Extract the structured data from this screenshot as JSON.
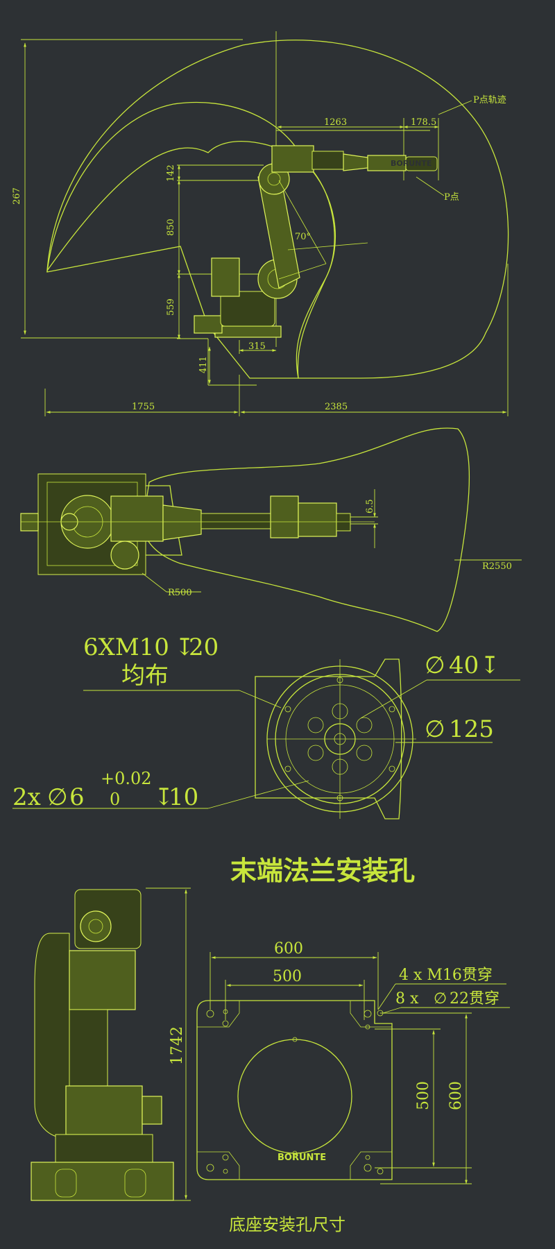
{
  "side_view": {
    "label_p_trajectory": "P点轨迹",
    "label_p_point": "P点",
    "dim_1263": "1263",
    "dim_178_5": "178.5",
    "dim_142": "142",
    "dim_850": "850",
    "dim_559": "559",
    "dim_411": "411",
    "dim_315": "315",
    "dim_267": "267",
    "angle_70": "70°",
    "dim_1755": "1755",
    "dim_2385": "2385"
  },
  "top_view": {
    "dim_6_5": "6.5",
    "radius_r2550": "R2550",
    "radius_r500": "R500"
  },
  "flange": {
    "holes_callout": "6XM10",
    "holes_depth": "20",
    "holes_even": "均布",
    "dia_40": "40",
    "dia_125": "125",
    "pin_prefix": "2x",
    "pin_dia": "6",
    "pin_tol_upper": "+0.02",
    "pin_tol_lower": "0",
    "pin_depth": "10",
    "title": "末端法兰安装孔"
  },
  "base": {
    "dim_1742": "1742",
    "dim_600_w": "600",
    "dim_500_w": "500",
    "holes_m16": "4 x M16贯穿",
    "holes_22_prefix": "8 x",
    "holes_22": "22贯穿",
    "dim_500_h": "500",
    "dim_600_h": "600",
    "brand": "BORUNTE",
    "brand_arm": "BORUNTE",
    "caption": "底座安装孔尺寸"
  }
}
